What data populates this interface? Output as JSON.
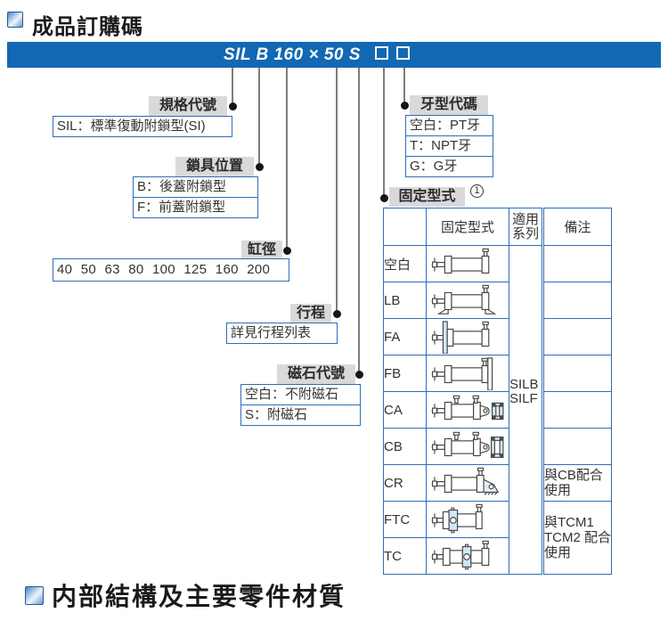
{
  "sections": {
    "order_code_title": "成品訂購碼",
    "internal_structure_title": "内部結構及主要零件材質"
  },
  "banner": {
    "code": "SIL B 160 × 50 S",
    "placeholder_squares": 2
  },
  "callouts": {
    "spec": {
      "label": "規格代號",
      "items": [
        "SIL：標準復動附鎖型(SI)"
      ]
    },
    "lock_position": {
      "label": "鎖具位置",
      "items": [
        "B：後蓋附鎖型",
        "F：前蓋附鎖型"
      ]
    },
    "bore": {
      "label": "缸徑",
      "items": [
        "40 50 63 80 100 125 160 200"
      ]
    },
    "stroke": {
      "label": "行程",
      "items": [
        "詳見行程列表"
      ]
    },
    "magnet": {
      "label": "磁石代號",
      "items": [
        "空白：不附磁石",
        "S：附磁石"
      ]
    },
    "thread": {
      "label": "牙型代碼",
      "items": [
        "空白：PT牙",
        "T：NPT牙",
        "G：G牙"
      ]
    },
    "mounting": {
      "label": "固定型式",
      "superscript": "1"
    }
  },
  "mounting_table": {
    "headers": {
      "type": "固定型式",
      "series": "適用系列",
      "remark": "備注"
    },
    "series": [
      "SILB",
      "SILF"
    ],
    "rows": [
      {
        "code": "空白",
        "diagram": "cylinder-basic"
      },
      {
        "code": "LB",
        "diagram": "cylinder-foot-mount"
      },
      {
        "code": "FA",
        "diagram": "cylinder-front-flange"
      },
      {
        "code": "FB",
        "diagram": "cylinder-rear-flange"
      },
      {
        "code": "CA",
        "diagram": "cylinder-rear-clevis-with-bracket"
      },
      {
        "code": "CB",
        "diagram": "cylinder-rear-clevis-with-wide-bracket"
      },
      {
        "code": "CR",
        "diagram": "cylinder-rear-hinge"
      },
      {
        "code": "FTC",
        "diagram": "cylinder-front-trunnion"
      },
      {
        "code": "TC",
        "diagram": "cylinder-center-trunnion"
      }
    ],
    "remarks": {
      "cr": "與CB配合使用",
      "ftc_tc": "與TCM1 TCM2 配合使用"
    }
  },
  "colors": {
    "banner_blue": "#1268b3",
    "box_border_blue": "#2f6eb5",
    "label_gray": "#d9d9d9",
    "leader_line_gray": "#7d7d7d",
    "diagram_cyan": "#cfe8f5"
  }
}
